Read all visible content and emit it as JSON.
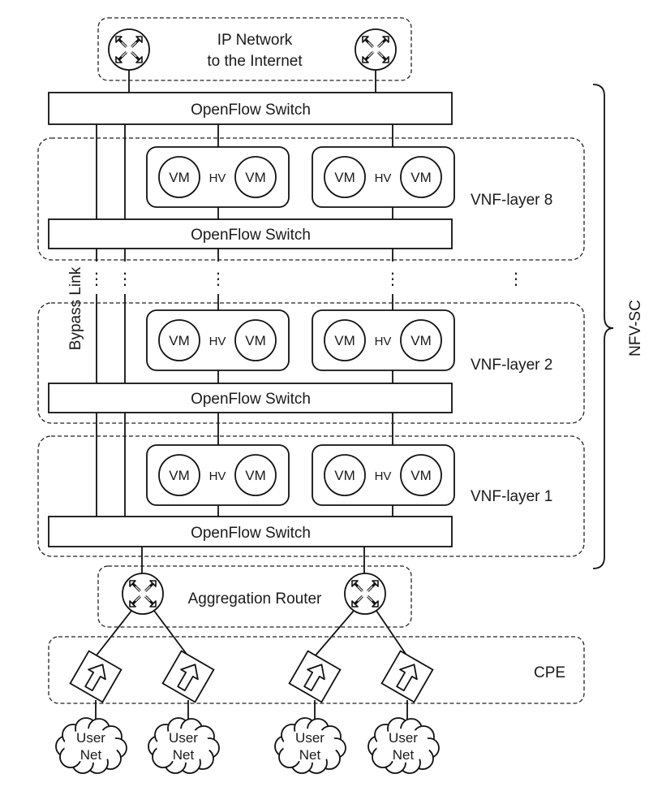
{
  "ip_network": {
    "line1": "IP Network",
    "line2": "to the Internet"
  },
  "switch_label": "OpenFlow Switch",
  "vm_label": "VM",
  "hv_label": "HV",
  "layers": [
    {
      "name": "VNF-layer 8"
    },
    {
      "name": "VNF-layer 2"
    },
    {
      "name": "VNF-layer 1"
    }
  ],
  "bypass_label": "Bypass Link",
  "brace_label": "NFV-SC",
  "aggregation_label": "Aggregation Router",
  "cpe_label": "CPE",
  "user_net": {
    "line1": "User",
    "line2": "Net"
  },
  "ellipsis": "⋮",
  "icons": {
    "router": "router-icon",
    "cpe": "cpe-arrow-icon",
    "cloud": "cloud-icon"
  }
}
